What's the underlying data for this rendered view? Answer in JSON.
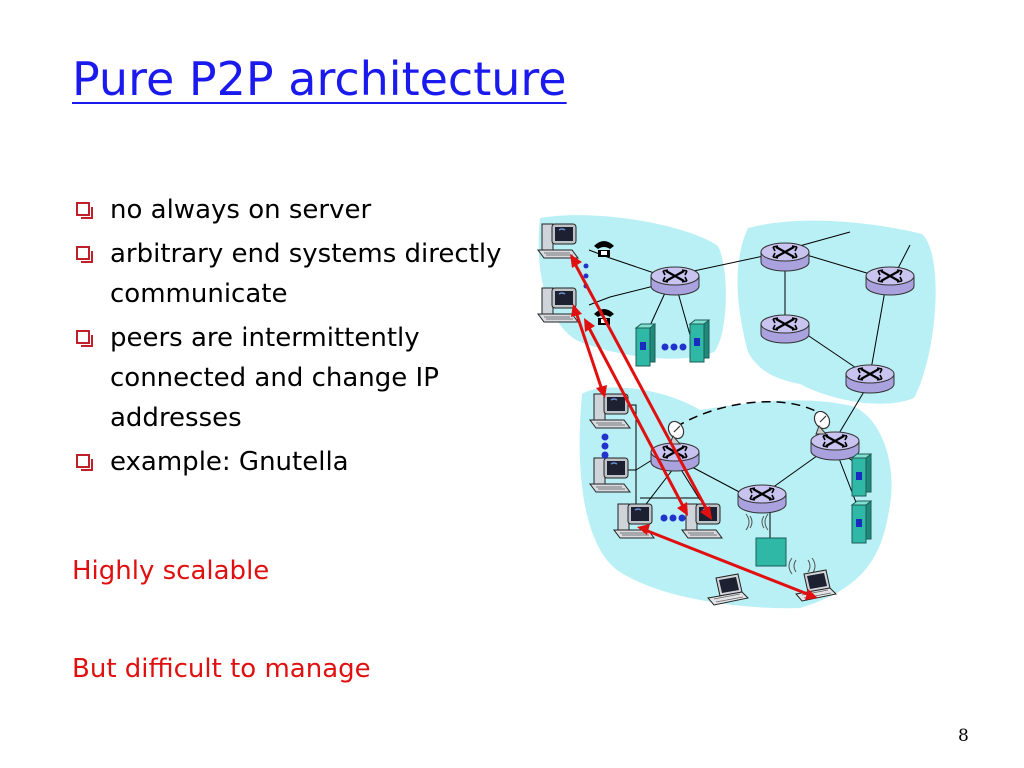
{
  "slide": {
    "title": "Pure P2P architecture",
    "bullets": [
      "no always on server",
      "arbitrary end systems directly communicate",
      "peers are intermittently connected and change IP addresses",
      "example: Gnutella"
    ],
    "note_1": "Highly scalable",
    "note_2": "But difficult to manage",
    "page_number": "8"
  },
  "diagram": {
    "colors": {
      "region": "#b9f0f5",
      "router": "#c9c3ef",
      "p2p_link": "#e01010",
      "server": "#2fb8a6",
      "dots": "#2233cc"
    }
  }
}
